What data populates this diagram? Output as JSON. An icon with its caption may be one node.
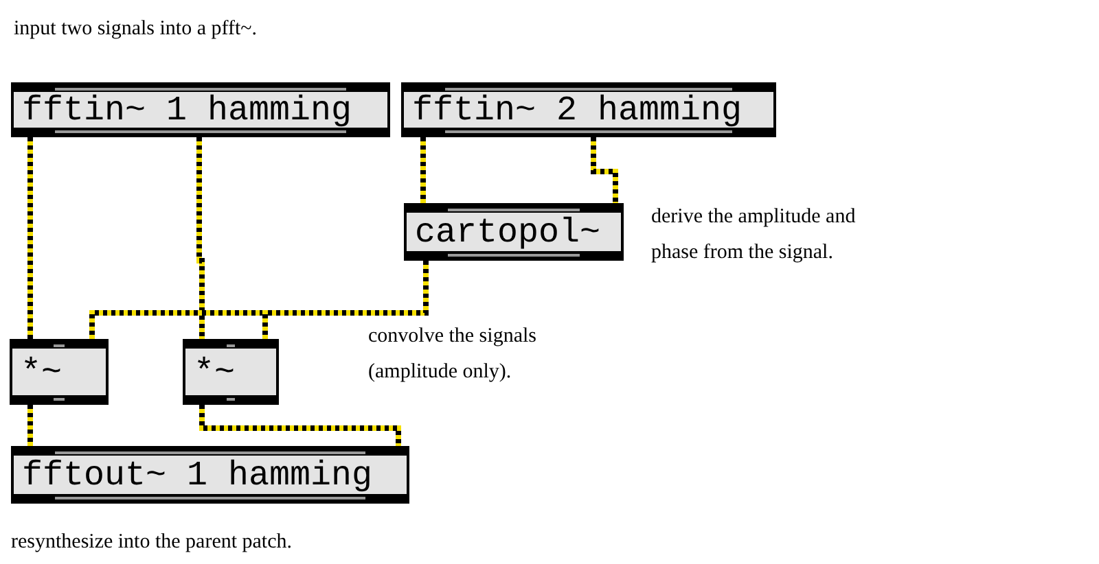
{
  "diagram": {
    "nodes": [
      {
        "text": [
          "fftin~ 1 hamming"
        ]
      },
      {
        "text": [
          "fftin~ 2 hamming"
        ]
      },
      {
        "text": [
          "cartopol~"
        ]
      },
      {
        "text": [
          "*~"
        ]
      },
      {
        "text": [
          "*~"
        ]
      },
      {
        "text": [
          "fftout~ 1 hamming"
        ]
      }
    ],
    "edges": [
      {
        "from": 0,
        "to": 3,
        "arrow": "none"
      },
      {
        "from": 0,
        "to": 4,
        "arrow": "none"
      },
      {
        "from": 1,
        "to": 2,
        "arrow": "none"
      },
      {
        "from": 1,
        "to": 2,
        "arrow": "none"
      },
      {
        "from": 2,
        "to": 3,
        "arrow": "none"
      },
      {
        "from": 2,
        "to": 4,
        "arrow": "none"
      },
      {
        "from": 3,
        "to": 5,
        "arrow": "none"
      },
      {
        "from": 4,
        "to": 5,
        "arrow": "none"
      }
    ],
    "labels": [
      "input two signals into a pfft~.",
      "derive the amplitude and phase from the signal.",
      "convolve the signals (amplitude only).",
      "resynthesize into the parent patch."
    ]
  }
}
